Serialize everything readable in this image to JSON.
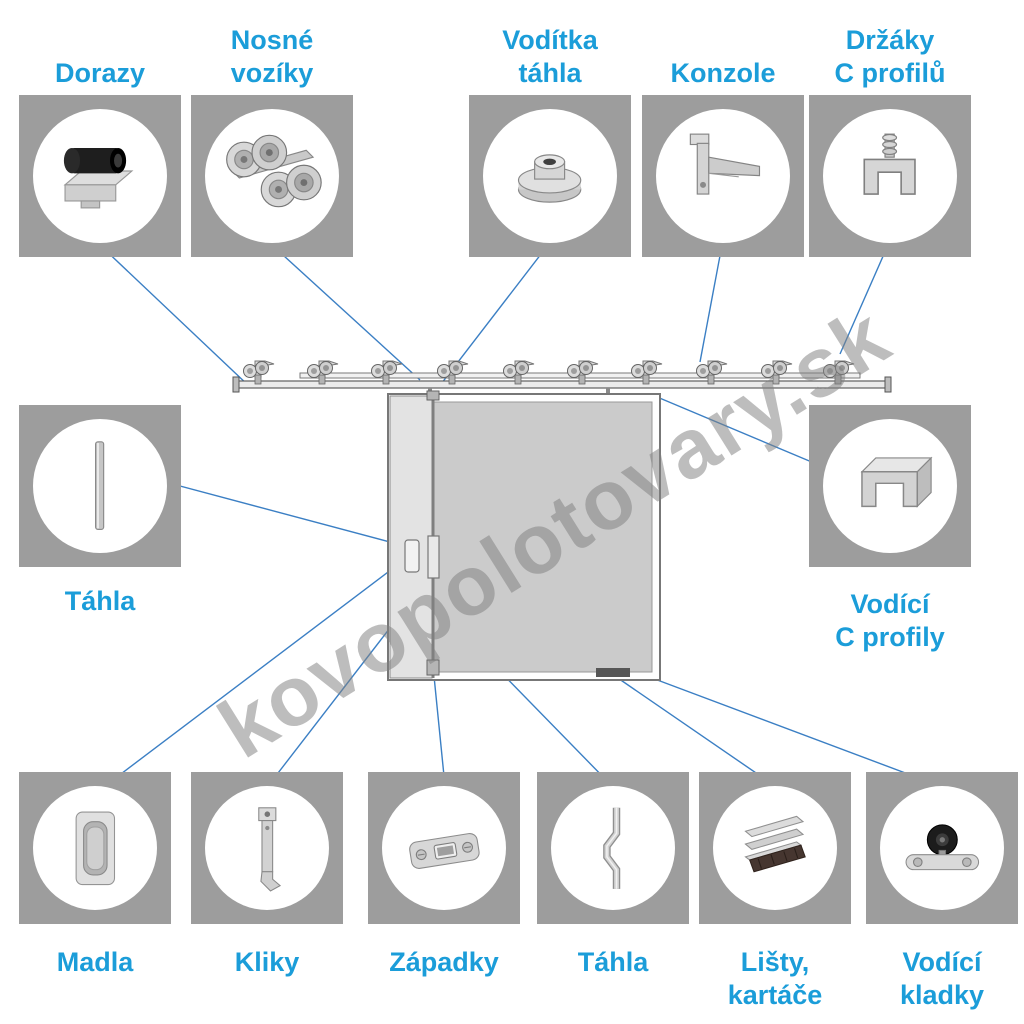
{
  "watermark": "kovopolotovary.sk",
  "colors": {
    "label_blue": "#1b9dd9",
    "connector_blue": "#3b7fc4",
    "tile_gray": "#9d9d9d",
    "metal_gray": "#d2d2d2",
    "rubber_black": "#1e1e1e"
  },
  "tiles": {
    "dorazy": {
      "label": "Dorazy",
      "icon": "door-stop-icon"
    },
    "nosne_voziky": {
      "label": "Nosné\nvozíky",
      "icon": "trolley-rollers-icon"
    },
    "voditka_tahla": {
      "label": "Vodítka\ntáhla",
      "icon": "rod-guide-icon"
    },
    "konzole": {
      "label": "Konzole",
      "icon": "wall-bracket-icon"
    },
    "drzaky_c_profilu": {
      "label": "Držáky\nC profilů",
      "icon": "c-profile-holder-icon"
    },
    "tahla_left": {
      "label": "Táhla",
      "icon": "straight-rod-icon"
    },
    "vodici_c_profily": {
      "label": "Vodící\nC profily",
      "icon": "c-profile-rail-icon"
    },
    "madla": {
      "label": "Madla",
      "icon": "recessed-handle-icon"
    },
    "kliky": {
      "label": "Kliky",
      "icon": "latch-handle-icon"
    },
    "zapadky": {
      "label": "Západky",
      "icon": "strike-plate-icon"
    },
    "tahla_bottom": {
      "label": "Táhla",
      "icon": "bent-rod-icon"
    },
    "listy_kartace": {
      "label": "Lišty,\nkartáče",
      "icon": "brush-strip-icon"
    },
    "vodici_kladky": {
      "label": "Vodící\nkladky",
      "icon": "guide-roller-icon"
    }
  }
}
